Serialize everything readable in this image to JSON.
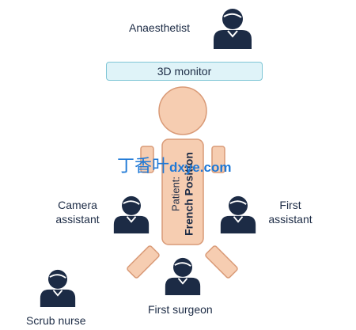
{
  "roles": {
    "anaesthetist": "Anaesthetist",
    "camera_assistant_line1": "Camera",
    "camera_assistant_line2": "assistant",
    "first_assistant_line1": "First",
    "first_assistant_line2": "assistant",
    "first_surgeon": "First surgeon",
    "scrub_nurse": "Scrub nurse"
  },
  "monitor": {
    "label": "3D monitor"
  },
  "patient": {
    "line1": "Patient:",
    "line2": "French Position"
  },
  "watermark": {
    "chinese": "丁香叶",
    "site": "dxye.com"
  },
  "colors": {
    "person": "#1c2b45",
    "monitor_fill": "#dff3f8",
    "monitor_border": "#7fc6d6",
    "patient_fill": "#f6cdb1",
    "patient_border": "#d99a77",
    "watermark": "#1e78d6"
  },
  "icons": {
    "person": "person-icon"
  }
}
